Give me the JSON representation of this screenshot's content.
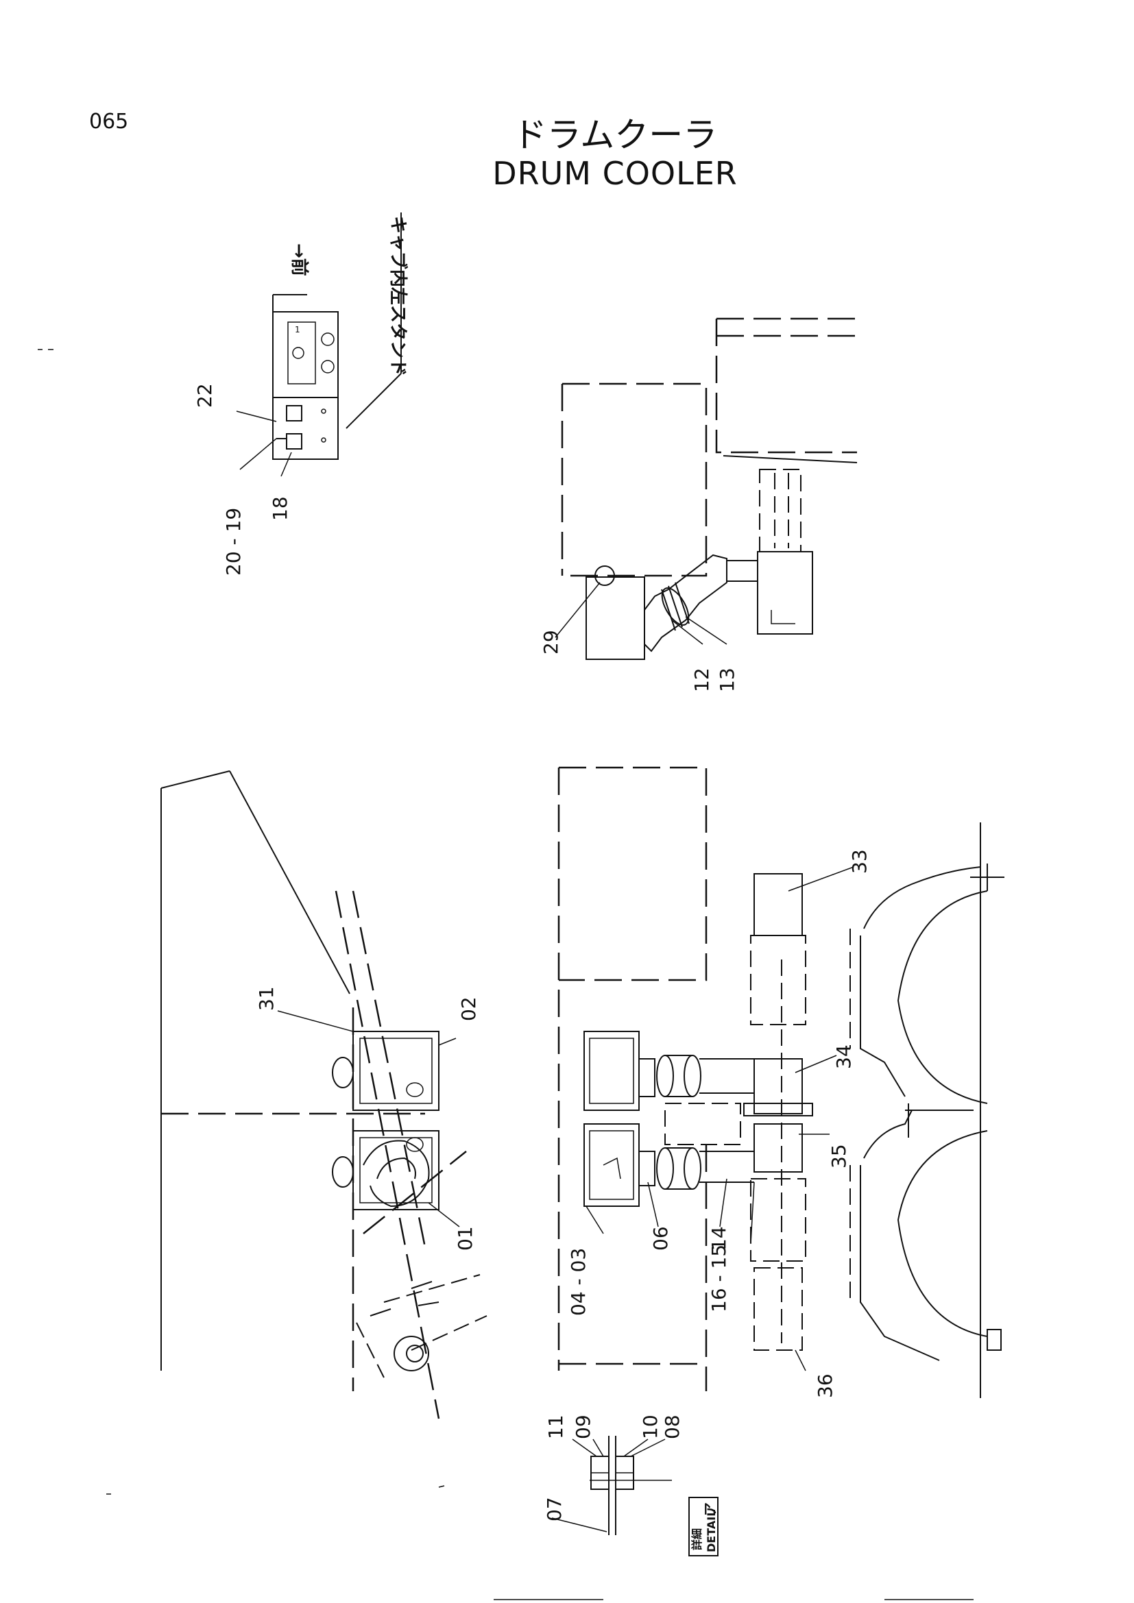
{
  "page_number": "065",
  "title": {
    "japanese": "ドラムクーラ",
    "english": "DRUM COOLER"
  },
  "top_left_view": {
    "caption": "キャブ内左スタンド",
    "direction_label": "→前",
    "callouts": [
      "22",
      "20 - 19",
      "18"
    ]
  },
  "top_right_view": {
    "callouts": [
      "29",
      "12",
      "13"
    ]
  },
  "bottom_left_view": {
    "callouts": [
      "31",
      "02",
      "01"
    ]
  },
  "bottom_right_view": {
    "callouts": [
      "33",
      "34",
      "35",
      "06",
      "14",
      "16 - 15",
      "04 - 03",
      "36"
    ]
  },
  "detail_view": {
    "box_label_jp": "詳細",
    "box_label_en": "DETAIL",
    "box_mark": "ア",
    "callouts": [
      "07",
      "11",
      "09",
      "10",
      "08"
    ]
  }
}
